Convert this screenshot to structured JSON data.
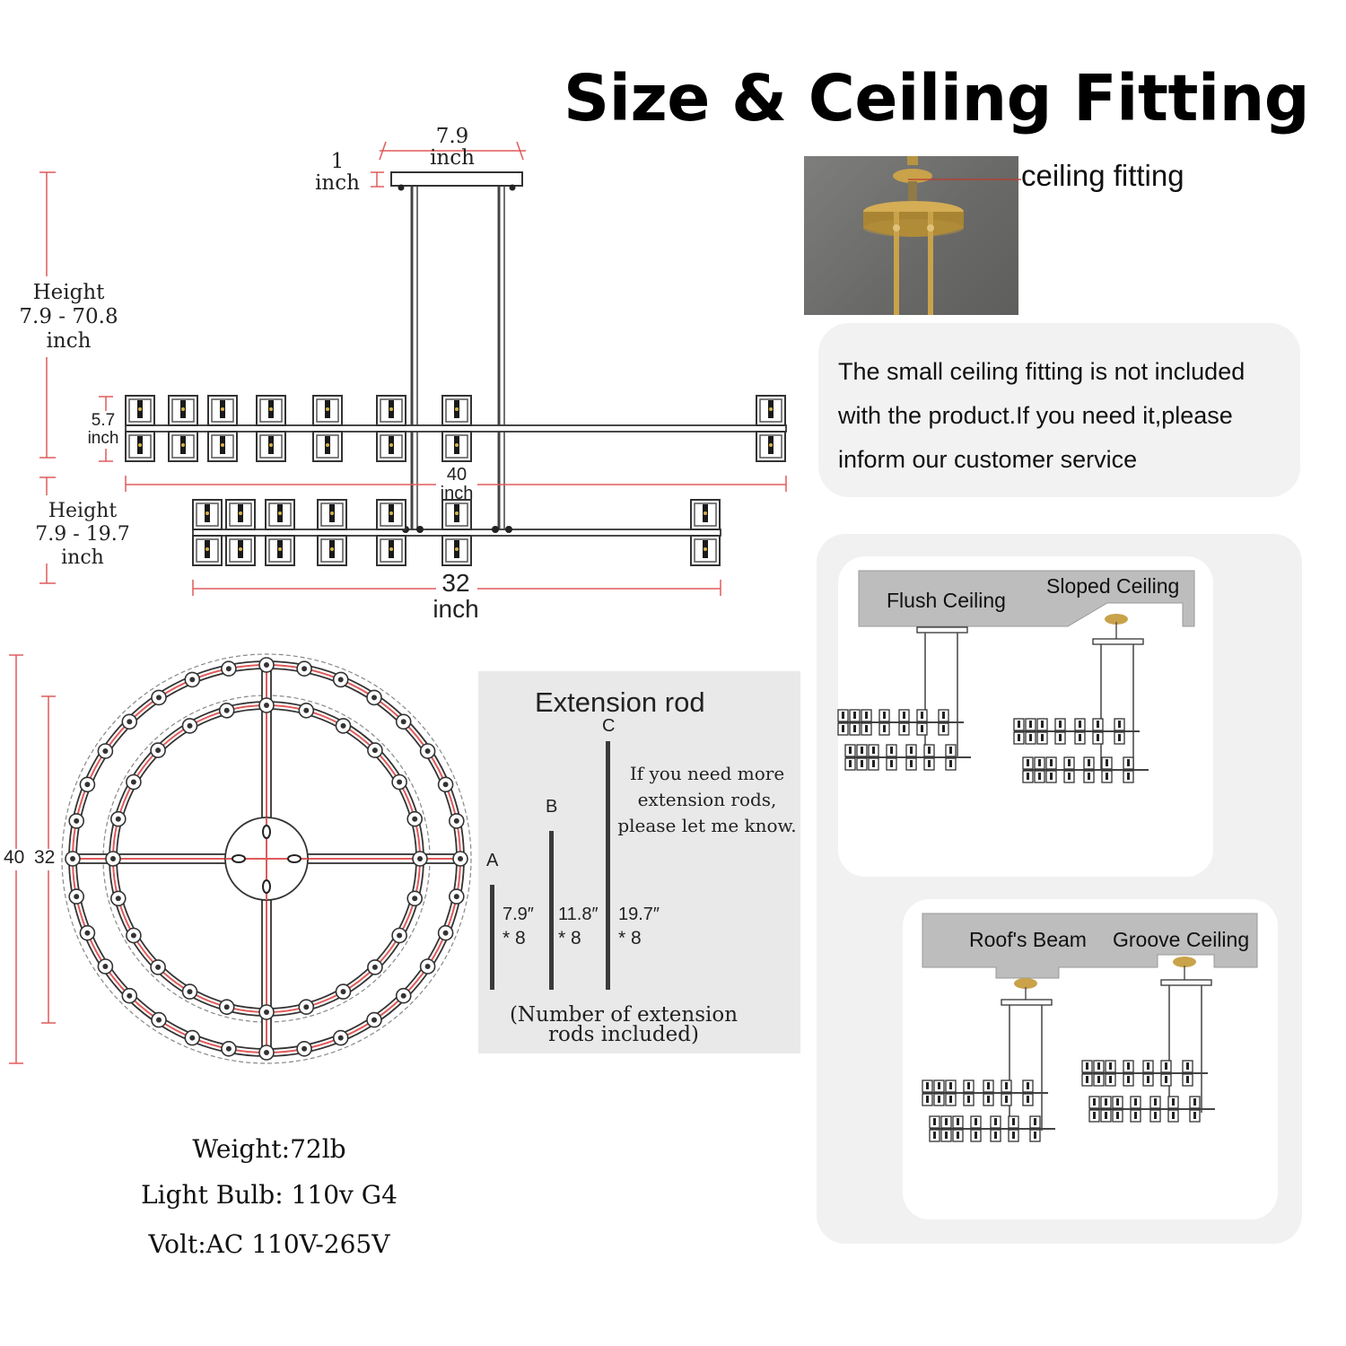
{
  "title": "Size & Ceiling Fitting",
  "dimensions": {
    "canopy_width": "7.9",
    "canopy_width_unit": "inch",
    "canopy_height": "1",
    "canopy_height_unit": "inch",
    "total_height_label": "Height",
    "total_height_range": "7.9 - 70.8",
    "total_height_unit": "inch",
    "shade_height": "5.7",
    "shade_height_unit": "inch",
    "top_tier_width": "40",
    "top_tier_width_unit": "inch",
    "tier_gap_label": "Height",
    "tier_gap_range": "7.9 - 19.7",
    "tier_gap_unit": "inch",
    "bottom_tier_width": "32",
    "bottom_tier_width_unit": "inch",
    "top_view_outer": "40",
    "top_view_inner": "32"
  },
  "ceiling_fitting": {
    "label": "ceiling fitting",
    "note": "The small ceiling fitting is not included with the product.If you need it,please inform our customer service"
  },
  "extension_rod": {
    "title": "Extension rod",
    "rods": [
      {
        "letter": "A",
        "length": "7.9″",
        "qty": "* 8"
      },
      {
        "letter": "B",
        "length": "11.8″",
        "qty": "* 8"
      },
      {
        "letter": "C",
        "length": "19.7″",
        "qty": "* 8"
      }
    ],
    "request_note": "If you need more extension rods, please let me know.",
    "included_note_line1": "(Number of extension",
    "included_note_line2": "rods included)"
  },
  "specs": {
    "weight": "Weight:72lb",
    "bulb": "Light Bulb: 110v G4",
    "volt": "Volt:AC 110V-265V"
  },
  "ceiling_types": {
    "flush": "Flush Ceiling",
    "sloped": "Sloped Ceiling",
    "beam": "Roof's Beam",
    "groove": "Groove Ceiling"
  },
  "colors": {
    "dimension_line": "#e05a5a",
    "brass": "#c9a24a",
    "fixture": "#222222"
  }
}
